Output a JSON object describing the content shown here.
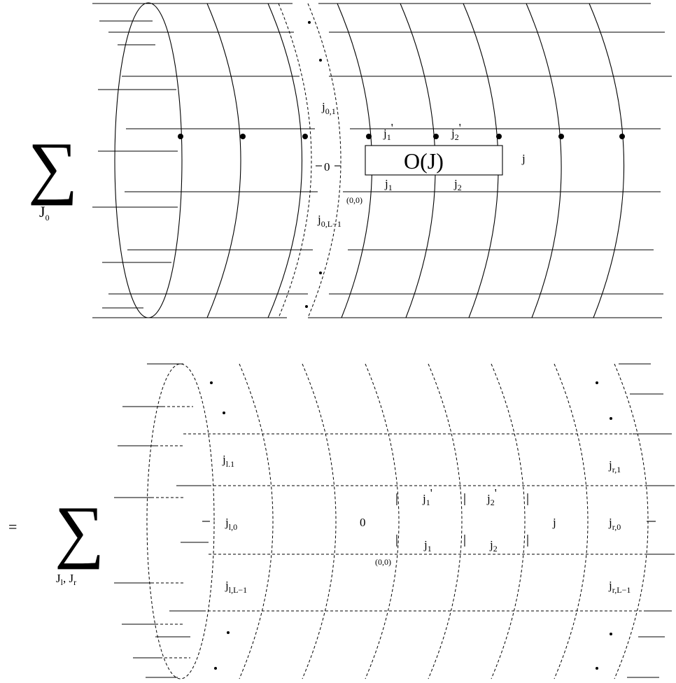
{
  "top": {
    "sum_symbol": "∑",
    "sum_index": "J",
    "sum_index_sub": "0",
    "operator_label": "O(J)",
    "origin_label": "0",
    "origin_coord": "(0,0)",
    "j_label": "j",
    "j0_1": {
      "base": "j",
      "sub": "0,1"
    },
    "j0_Lm1": {
      "base": "j",
      "sub": "0,L−1"
    },
    "j1p": {
      "base": "j",
      "sub": "1",
      "prime": "'"
    },
    "j2p": {
      "base": "j",
      "sub": "2",
      "prime": "'"
    },
    "j1": {
      "base": "j",
      "sub": "1"
    },
    "j2": {
      "base": "j",
      "sub": "2"
    }
  },
  "bottom": {
    "equals": "=",
    "sum_symbol": "∑",
    "sum_index": "J",
    "sum_index_sub1": "l",
    "sum_index_sep": ", J",
    "sum_index_sub2": "r",
    "origin_label": "0",
    "origin_coord": "(0,0)",
    "j_label": "j",
    "jl_1": {
      "base": "j",
      "sub": "l.1"
    },
    "jl_0": {
      "base": "j",
      "sub": "l,0"
    },
    "jl_Lm1": {
      "base": "j",
      "sub": "l,L−1"
    },
    "jr_1": {
      "base": "j",
      "sub": "r,1"
    },
    "jr_0": {
      "base": "j",
      "sub": "r,0"
    },
    "jr_Lm1": {
      "base": "j",
      "sub": "r,L−1"
    },
    "j1p": {
      "base": "j",
      "sub": "1",
      "prime": "'"
    },
    "j2p": {
      "base": "j",
      "sub": "2",
      "prime": "'"
    },
    "j1": {
      "base": "j",
      "sub": "1"
    },
    "j2": {
      "base": "j",
      "sub": "2"
    }
  }
}
